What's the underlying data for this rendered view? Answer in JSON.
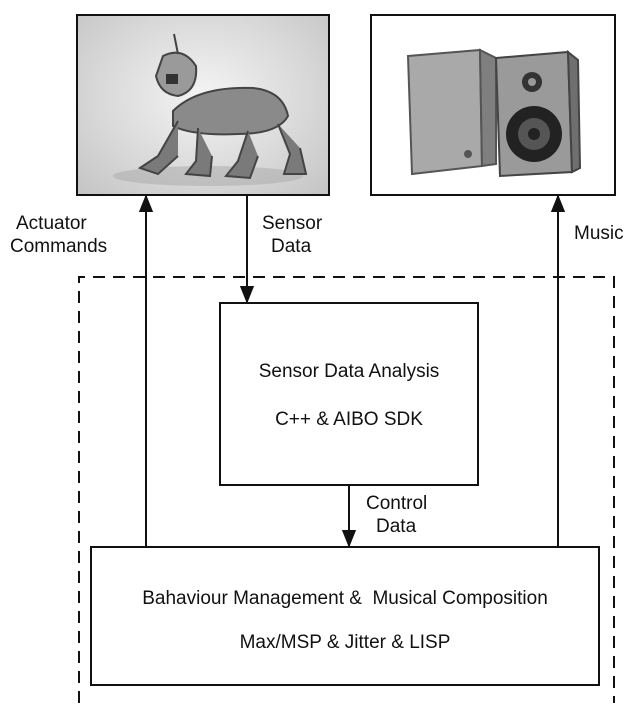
{
  "labels": {
    "actuator_line1": "Actuator",
    "actuator_line2": "Commands",
    "sensor_line1": "Sensor",
    "sensor_line2": "Data",
    "music": "Music",
    "control_line1": "Control",
    "control_line2": "Data"
  },
  "analysis_box": {
    "line1": "Sensor Data Analysis",
    "line2": "C++ & AIBO SDK"
  },
  "behaviour_box": {
    "line1": "Bahaviour Management &  Musical Composition",
    "line2": "Max/MSP & Jitter & LISP"
  },
  "images": {
    "left": "robot-dog-photo",
    "right": "speakers-photo"
  }
}
